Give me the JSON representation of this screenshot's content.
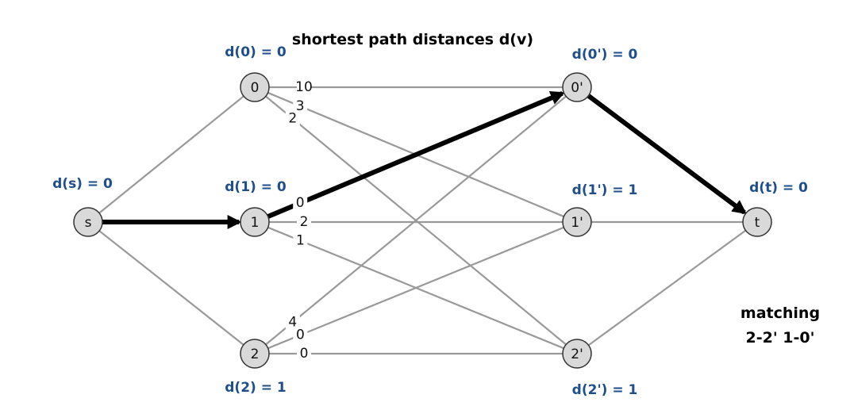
{
  "title": "shortest path distances d(v)",
  "matching": {
    "heading": "matching",
    "pairs": "2-2'  1-0'"
  },
  "nodes": [
    {
      "id": "s",
      "label": "s",
      "dist": "d(s) = 0"
    },
    {
      "id": "0",
      "label": "0",
      "dist": "d(0) = 0"
    },
    {
      "id": "1",
      "label": "1",
      "dist": "d(1) = 0"
    },
    {
      "id": "2",
      "label": "2",
      "dist": "d(2) = 1"
    },
    {
      "id": "0p",
      "label": "0'",
      "dist": "d(0') = 0"
    },
    {
      "id": "1p",
      "label": "1'",
      "dist": "d(1') = 1"
    },
    {
      "id": "2p",
      "label": "2'",
      "dist": "d(2') = 1"
    },
    {
      "id": "t",
      "label": "t",
      "dist": "d(t) = 0"
    }
  ],
  "edges": [
    {
      "from": "s",
      "to": "0",
      "weight": ""
    },
    {
      "from": "s",
      "to": "1",
      "weight": "",
      "bold": true
    },
    {
      "from": "s",
      "to": "2",
      "weight": ""
    },
    {
      "from": "0",
      "to": "0p",
      "weight": "10"
    },
    {
      "from": "0",
      "to": "1p",
      "weight": "3"
    },
    {
      "from": "0",
      "to": "2p",
      "weight": "2"
    },
    {
      "from": "1",
      "to": "0p",
      "weight": "0",
      "bold": true
    },
    {
      "from": "1",
      "to": "1p",
      "weight": "2"
    },
    {
      "from": "1",
      "to": "2p",
      "weight": "1"
    },
    {
      "from": "2",
      "to": "0p",
      "weight": "4"
    },
    {
      "from": "2",
      "to": "1p",
      "weight": "0"
    },
    {
      "from": "2",
      "to": "2p",
      "weight": "0"
    },
    {
      "from": "0p",
      "to": "t",
      "weight": "",
      "bold": true
    },
    {
      "from": "1p",
      "to": "t",
      "weight": ""
    },
    {
      "from": "2p",
      "to": "t",
      "weight": ""
    }
  ]
}
